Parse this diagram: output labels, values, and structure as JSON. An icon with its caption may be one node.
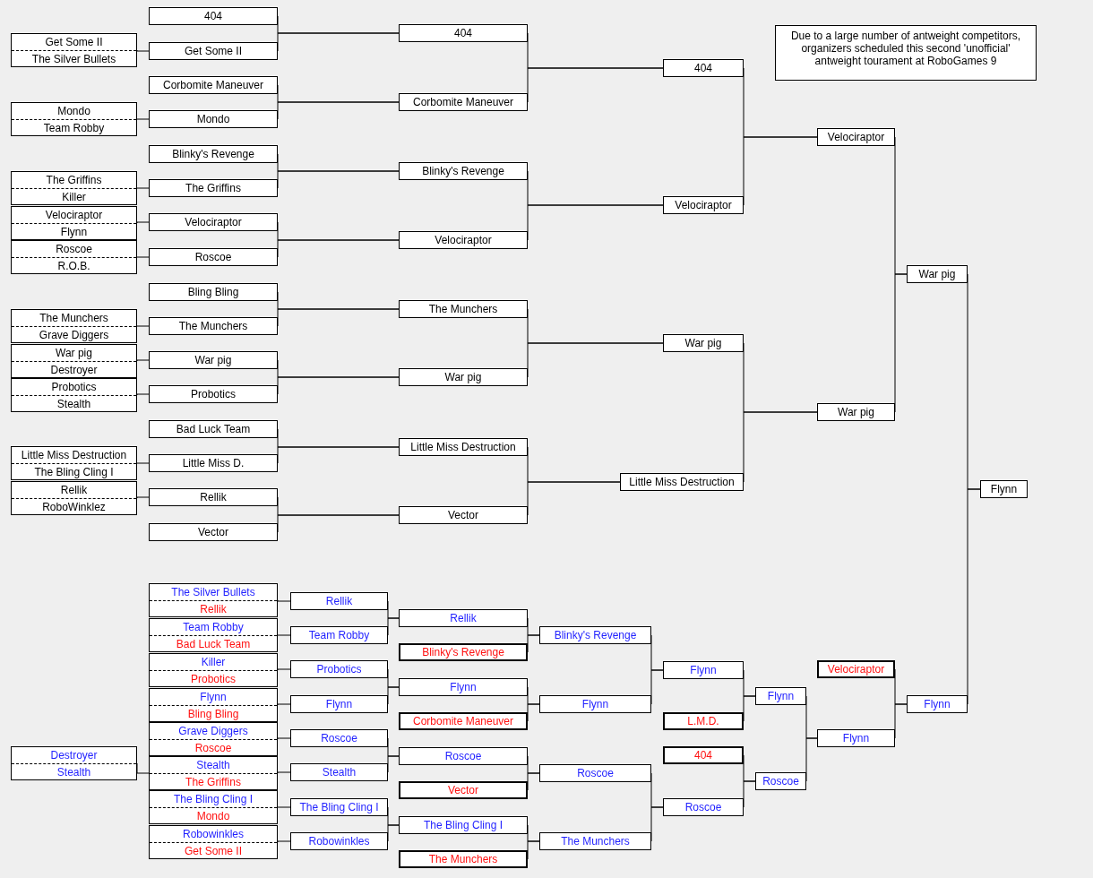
{
  "diagram": {
    "nodes": [
      {
        "text": [
          "Due to a large number of antweight competitors, organizers scheduled this second 'unofficial' antweight tourament at RoboGames 9"
        ]
      },
      {
        "text": [
          "Get Some II",
          "The Silver Bullets"
        ]
      },
      {
        "text": [
          "Mondo",
          "Team Robby"
        ]
      },
      {
        "text": [
          "The Griffins",
          "Killer"
        ]
      },
      {
        "text": [
          "Velociraptor",
          "Flynn"
        ]
      },
      {
        "text": [
          "Roscoe",
          "R.O.B."
        ]
      },
      {
        "text": [
          "The Munchers",
          "Grave Diggers"
        ]
      },
      {
        "text": [
          "War pig",
          "Destroyer"
        ]
      },
      {
        "text": [
          "Probotics",
          "Stealth"
        ]
      },
      {
        "text": [
          "Little Miss Destruction",
          "The Bling Cling I"
        ]
      },
      {
        "text": [
          "Rellik",
          "RoboWinklez"
        ]
      },
      {
        "text": [
          "404"
        ]
      },
      {
        "text": [
          "Get Some II"
        ]
      },
      {
        "text": [
          "Corbomite Maneuver"
        ]
      },
      {
        "text": [
          "Mondo"
        ]
      },
      {
        "text": [
          "Blinky's Revenge"
        ]
      },
      {
        "text": [
          "The Griffins"
        ]
      },
      {
        "text": [
          "Velociraptor"
        ]
      },
      {
        "text": [
          "Roscoe"
        ]
      },
      {
        "text": [
          "Bling Bling"
        ]
      },
      {
        "text": [
          "The Munchers"
        ]
      },
      {
        "text": [
          "War pig"
        ]
      },
      {
        "text": [
          "Probotics"
        ]
      },
      {
        "text": [
          "Bad Luck Team"
        ]
      },
      {
        "text": [
          "Little Miss D."
        ]
      },
      {
        "text": [
          "Rellik"
        ]
      },
      {
        "text": [
          "Vector"
        ]
      },
      {
        "text": [
          "404"
        ]
      },
      {
        "text": [
          "Corbomite Maneuver"
        ]
      },
      {
        "text": [
          "Blinky's Revenge"
        ]
      },
      {
        "text": [
          "Velociraptor"
        ]
      },
      {
        "text": [
          "The Munchers"
        ]
      },
      {
        "text": [
          "War pig"
        ]
      },
      {
        "text": [
          "Little Miss Destruction"
        ]
      },
      {
        "text": [
          "Vector"
        ]
      },
      {
        "text": [
          "404"
        ]
      },
      {
        "text": [
          "Velociraptor"
        ]
      },
      {
        "text": [
          "War pig"
        ]
      },
      {
        "text": [
          "Little Miss Destruction"
        ]
      },
      {
        "text": [
          "Velociraptor"
        ]
      },
      {
        "text": [
          "War pig"
        ]
      },
      {
        "text": [
          "War pig"
        ]
      },
      {
        "text": [
          "Flynn"
        ]
      },
      {
        "text": [
          "Destroyer",
          "Stealth"
        ]
      },
      {
        "text": [
          "The Silver Bullets",
          "Rellik"
        ]
      },
      {
        "text": [
          "Team Robby",
          "Bad Luck Team"
        ]
      },
      {
        "text": [
          "Killer",
          "Probotics"
        ]
      },
      {
        "text": [
          "Flynn",
          "Bling Bling"
        ]
      },
      {
        "text": [
          "Grave Diggers",
          "Roscoe"
        ]
      },
      {
        "text": [
          "Stealth",
          "The Griffins"
        ]
      },
      {
        "text": [
          "The Bling Cling I",
          "Mondo"
        ]
      },
      {
        "text": [
          "Robowinkles",
          "Get Some II"
        ]
      },
      {
        "text": [
          "Rellik"
        ]
      },
      {
        "text": [
          "Team Robby"
        ]
      },
      {
        "text": [
          "Probotics"
        ]
      },
      {
        "text": [
          "Flynn"
        ]
      },
      {
        "text": [
          "Roscoe"
        ]
      },
      {
        "text": [
          "Stealth"
        ]
      },
      {
        "text": [
          "The Bling Cling I"
        ]
      },
      {
        "text": [
          "Robowinkles"
        ]
      },
      {
        "text": [
          "Rellik"
        ]
      },
      {
        "text": [
          "Blinky's Revenge"
        ]
      },
      {
        "text": [
          "Flynn"
        ]
      },
      {
        "text": [
          "Corbomite Maneuver"
        ]
      },
      {
        "text": [
          "Roscoe"
        ]
      },
      {
        "text": [
          "Vector"
        ]
      },
      {
        "text": [
          "The Bling Cling I"
        ]
      },
      {
        "text": [
          "The Munchers"
        ]
      },
      {
        "text": [
          "Blinky's Revenge"
        ]
      },
      {
        "text": [
          "Flynn"
        ]
      },
      {
        "text": [
          "Roscoe"
        ]
      },
      {
        "text": [
          "The Munchers"
        ]
      },
      {
        "text": [
          "Flynn"
        ]
      },
      {
        "text": [
          "L.M.D."
        ]
      },
      {
        "text": [
          "404"
        ]
      },
      {
        "text": [
          "Roscoe"
        ]
      },
      {
        "text": [
          "Flynn"
        ]
      },
      {
        "text": [
          "Roscoe"
        ]
      },
      {
        "text": [
          "Velociraptor"
        ]
      },
      {
        "text": [
          "Flynn"
        ]
      },
      {
        "text": [
          "Flynn"
        ]
      }
    ],
    "edges": [
      {
        "from": 1,
        "to": 12,
        "arrow": "none"
      },
      {
        "from": 2,
        "to": 14,
        "arrow": "none"
      },
      {
        "from": 3,
        "to": 16,
        "arrow": "none"
      },
      {
        "from": 4,
        "to": 17,
        "arrow": "none"
      },
      {
        "from": 5,
        "to": 18,
        "arrow": "none"
      },
      {
        "from": 6,
        "to": 20,
        "arrow": "none"
      },
      {
        "from": 7,
        "to": 21,
        "arrow": "none"
      },
      {
        "from": 8,
        "to": 22,
        "arrow": "none"
      },
      {
        "from": 9,
        "to": 24,
        "arrow": "none"
      },
      {
        "from": 10,
        "to": 25,
        "arrow": "none"
      },
      {
        "from": 11,
        "to": 27,
        "arrow": "none"
      },
      {
        "from": 12,
        "to": 27,
        "arrow": "none"
      },
      {
        "from": 13,
        "to": 28,
        "arrow": "none"
      },
      {
        "from": 14,
        "to": 28,
        "arrow": "none"
      },
      {
        "from": 15,
        "to": 29,
        "arrow": "none"
      },
      {
        "from": 16,
        "to": 29,
        "arrow": "none"
      },
      {
        "from": 17,
        "to": 30,
        "arrow": "none"
      },
      {
        "from": 18,
        "to": 30,
        "arrow": "none"
      },
      {
        "from": 19,
        "to": 31,
        "arrow": "none"
      },
      {
        "from": 20,
        "to": 31,
        "arrow": "none"
      },
      {
        "from": 21,
        "to": 32,
        "arrow": "none"
      },
      {
        "from": 22,
        "to": 32,
        "arrow": "none"
      },
      {
        "from": 23,
        "to": 33,
        "arrow": "none"
      },
      {
        "from": 24,
        "to": 33,
        "arrow": "none"
      },
      {
        "from": 25,
        "to": 34,
        "arrow": "none"
      },
      {
        "from": 26,
        "to": 34,
        "arrow": "none"
      },
      {
        "from": 27,
        "to": 35,
        "arrow": "none"
      },
      {
        "from": 28,
        "to": 35,
        "arrow": "none"
      },
      {
        "from": 29,
        "to": 36,
        "arrow": "none"
      },
      {
        "from": 30,
        "to": 36,
        "arrow": "none"
      },
      {
        "from": 31,
        "to": 37,
        "arrow": "none"
      },
      {
        "from": 32,
        "to": 37,
        "arrow": "none"
      },
      {
        "from": 33,
        "to": 38,
        "arrow": "none"
      },
      {
        "from": 34,
        "to": 38,
        "arrow": "none"
      },
      {
        "from": 35,
        "to": 39,
        "arrow": "none"
      },
      {
        "from": 36,
        "to": 39,
        "arrow": "none"
      },
      {
        "from": 37,
        "to": 40,
        "arrow": "none"
      },
      {
        "from": 38,
        "to": 40,
        "arrow": "none"
      },
      {
        "from": 39,
        "to": 41,
        "arrow": "none"
      },
      {
        "from": 40,
        "to": 41,
        "arrow": "none"
      },
      {
        "from": 41,
        "to": 42,
        "arrow": "none"
      },
      {
        "from": 80,
        "to": 42,
        "arrow": "none"
      },
      {
        "from": 43,
        "to": 49,
        "arrow": "none"
      },
      {
        "from": 44,
        "to": 52,
        "arrow": "none"
      },
      {
        "from": 45,
        "to": 53,
        "arrow": "none"
      },
      {
        "from": 46,
        "to": 54,
        "arrow": "none"
      },
      {
        "from": 47,
        "to": 55,
        "arrow": "none"
      },
      {
        "from": 48,
        "to": 56,
        "arrow": "none"
      },
      {
        "from": 49,
        "to": 57,
        "arrow": "none"
      },
      {
        "from": 50,
        "to": 58,
        "arrow": "none"
      },
      {
        "from": 51,
        "to": 59,
        "arrow": "none"
      },
      {
        "from": 52,
        "to": 60,
        "arrow": "none"
      },
      {
        "from": 53,
        "to": 60,
        "arrow": "none"
      },
      {
        "from": 54,
        "to": 62,
        "arrow": "none"
      },
      {
        "from": 55,
        "to": 62,
        "arrow": "none"
      },
      {
        "from": 56,
        "to": 64,
        "arrow": "none"
      },
      {
        "from": 57,
        "to": 64,
        "arrow": "none"
      },
      {
        "from": 58,
        "to": 66,
        "arrow": "none"
      },
      {
        "from": 59,
        "to": 66,
        "arrow": "none"
      },
      {
        "from": 60,
        "to": 68,
        "arrow": "none"
      },
      {
        "from": 61,
        "to": 68,
        "arrow": "none"
      },
      {
        "from": 62,
        "to": 69,
        "arrow": "none"
      },
      {
        "from": 63,
        "to": 69,
        "arrow": "none"
      },
      {
        "from": 64,
        "to": 70,
        "arrow": "none"
      },
      {
        "from": 65,
        "to": 70,
        "arrow": "none"
      },
      {
        "from": 66,
        "to": 71,
        "arrow": "none"
      },
      {
        "from": 67,
        "to": 71,
        "arrow": "none"
      },
      {
        "from": 68,
        "to": 72,
        "arrow": "none"
      },
      {
        "from": 69,
        "to": 72,
        "arrow": "none"
      },
      {
        "from": 70,
        "to": 75,
        "arrow": "none"
      },
      {
        "from": 71,
        "to": 75,
        "arrow": "none"
      },
      {
        "from": 72,
        "to": 76,
        "arrow": "none"
      },
      {
        "from": 73,
        "to": 76,
        "arrow": "none"
      },
      {
        "from": 74,
        "to": 77,
        "arrow": "none"
      },
      {
        "from": 75,
        "to": 77,
        "arrow": "none"
      },
      {
        "from": 76,
        "to": 79,
        "arrow": "none"
      },
      {
        "from": 77,
        "to": 79,
        "arrow": "none"
      },
      {
        "from": 78,
        "to": 80,
        "arrow": "none"
      },
      {
        "from": 79,
        "to": 80,
        "arrow": "none"
      }
    ]
  }
}
